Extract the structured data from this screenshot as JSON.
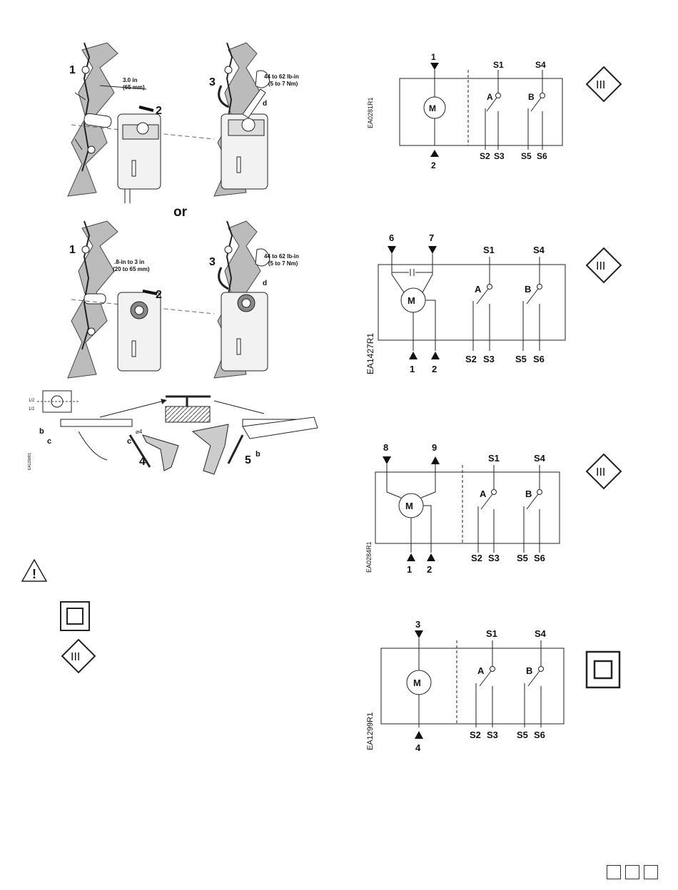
{
  "mount": {
    "or_label": "or",
    "top": {
      "step1": "1",
      "step2": "2",
      "step3": "3",
      "d": "d",
      "dim": "3.0 in",
      "dim_mm": "(65 mm)",
      "torque": "44 to 62 lb-in",
      "torque_nm": "(5 to 7 Nm)"
    },
    "mid": {
      "step1": "1",
      "step2": "2",
      "step3": "3",
      "d": "d",
      "dim": ".8-in to 3 in",
      "dim_mm": "(20 to 65 mm)",
      "torque": "44 to 62 lb-in",
      "torque_nm": "(5 to 7 Nm)"
    },
    "bracket": {
      "code": "EA1298R1",
      "b": "b",
      "c": "c",
      "c2": "c",
      "step4": "4",
      "step5": "5",
      "b2": "b",
      "half1": "1/2",
      "half2": "1/2",
      "dia": "⌀4"
    }
  },
  "symbols": {
    "warning": "warning-triangle",
    "double_insulation": "double-square",
    "class3": "III"
  },
  "diagrams": [
    {
      "code": "EA0281R1",
      "motor": "M",
      "terms_top": [
        "1"
      ],
      "terms_bottom": [
        "2"
      ],
      "s_top": [
        "S1",
        "S4"
      ],
      "switches": [
        "A",
        "B"
      ],
      "s_bottom": [
        "S2",
        "S3",
        "S5",
        "S6"
      ],
      "symbol": "III"
    },
    {
      "code": "EA1427R1",
      "motor": "M",
      "terms_top": [
        "6",
        "7"
      ],
      "terms_bottom": [
        "1",
        "2"
      ],
      "s_top": [
        "S1",
        "S4"
      ],
      "switches": [
        "A",
        "B"
      ],
      "s_bottom": [
        "S2",
        "S3",
        "S5",
        "S6"
      ],
      "symbol": "III"
    },
    {
      "code": "EA0284R1",
      "motor": "M",
      "terms_top": [
        "8",
        "9"
      ],
      "terms_bottom": [
        "1",
        "2"
      ],
      "s_top": [
        "S1",
        "S4"
      ],
      "switches": [
        "A",
        "B"
      ],
      "s_bottom": [
        "S2",
        "S3",
        "S5",
        "S6"
      ],
      "symbol": "III"
    },
    {
      "code": "EA1299R1",
      "motor": "M",
      "terms_top": [
        "3"
      ],
      "terms_bottom": [
        "4"
      ],
      "s_top": [
        "S1",
        "S4"
      ],
      "switches": [
        "A",
        "B"
      ],
      "s_bottom": [
        "S2",
        "S3",
        "S5",
        "S6"
      ],
      "symbol": "double-square"
    }
  ]
}
